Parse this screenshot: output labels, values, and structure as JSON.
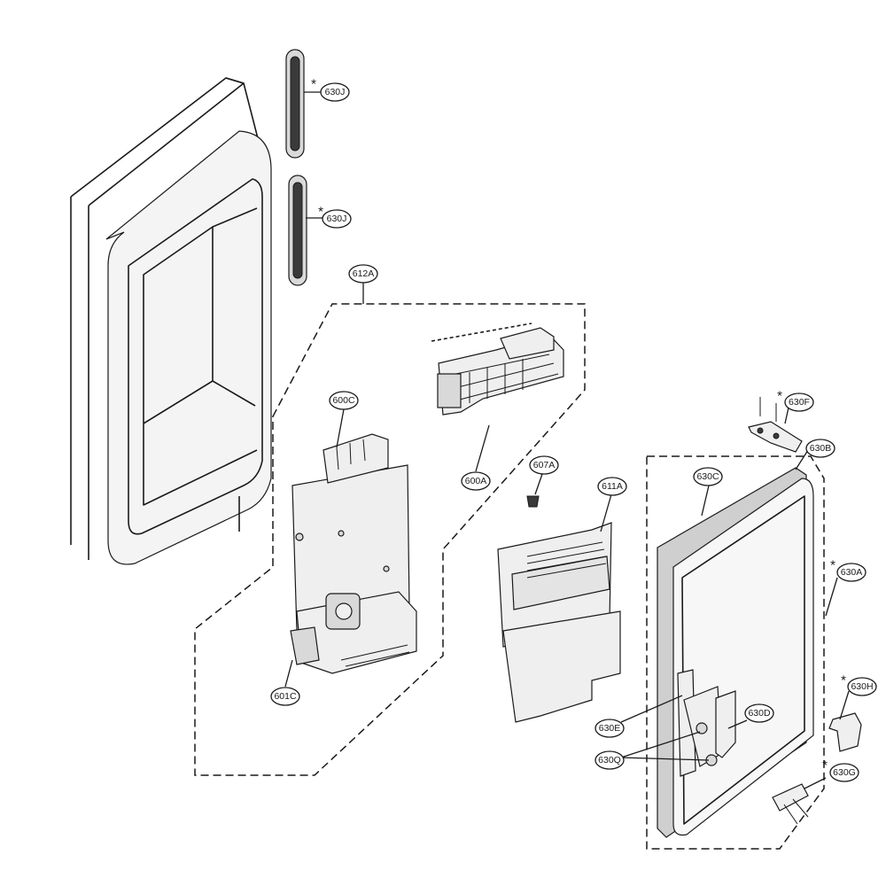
{
  "diagram": {
    "labels": {
      "p630J_top": "630J",
      "p630J_bottom": "630J",
      "p612A": "612A",
      "p600C": "600C",
      "p600A": "600A",
      "p607A": "607A",
      "p611A": "611A",
      "p601C": "601C",
      "p630F": "630F",
      "p630B": "630B",
      "p630C": "630C",
      "p630A": "630A",
      "p630H": "630H",
      "p630D": "630D",
      "p630E": "630E",
      "p630Q": "630Q",
      "p630G": "630G"
    },
    "asterisk": "*"
  }
}
